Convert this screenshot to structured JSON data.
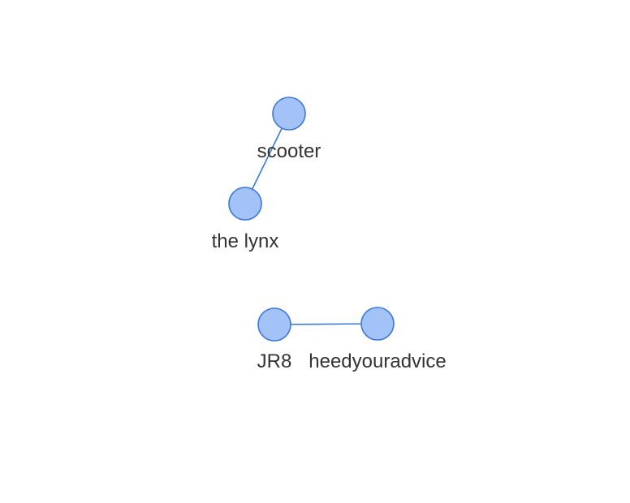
{
  "graph": {
    "colors": {
      "node_fill": "#a3c2f7",
      "node_stroke": "#3c78d8",
      "edge": "#3c78d8",
      "label": "#333333"
    },
    "nodes": [
      {
        "id": "scooter",
        "label": "scooter"
      },
      {
        "id": "the-lynx",
        "label": "the lynx"
      },
      {
        "id": "jr8",
        "label": "JR8"
      },
      {
        "id": "heedyouradvice",
        "label": "heedyouradvice"
      }
    ],
    "edges": [
      {
        "source": "scooter",
        "target": "the-lynx"
      },
      {
        "source": "jr8",
        "target": "heedyouradvice"
      }
    ]
  }
}
